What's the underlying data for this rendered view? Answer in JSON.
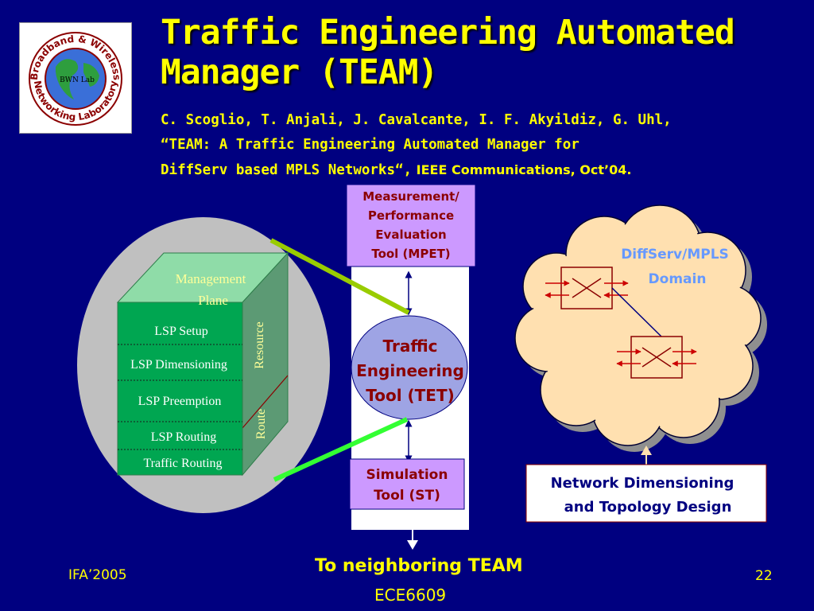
{
  "slide": {
    "title_line1": "Traffic Engineering Automated",
    "title_line2": "Manager (TEAM)",
    "citation_line1": "C. Scoglio, T. Anjali, J. Cavalcante, I. F. Akyildiz, G. Uhl,",
    "citation_line2": "“TEAM: A Traffic Engineering Automated Manager for",
    "citation_line3_bold": "DiffServ based MPLS Networks“,",
    "citation_line3_venue": " IEEE Communications, Oct’04.",
    "footer_left": "IFA’2005",
    "footer_center": "ECE6609",
    "page_number": "22"
  },
  "logo": {
    "top_text": "Broadband & Wireless",
    "bottom_text": "Networking Laboratory",
    "center_text": "BWN Lab"
  },
  "management": {
    "plane_label_line1": "Management",
    "plane_label_line2": "Plane",
    "layers": [
      "LSP Setup",
      "LSP Dimensioning",
      "LSP Preemption",
      "LSP Routing",
      "Traffic Routing"
    ],
    "side_labels": [
      "Resource",
      "Route"
    ]
  },
  "tools": {
    "mpet": [
      "Measurement/",
      "Performance",
      "Evaluation",
      "Tool (MPET)"
    ],
    "tet": [
      "Traffic",
      "Engineering",
      "Tool (TET)"
    ],
    "st": [
      "Simulation",
      "Tool (ST)"
    ],
    "neighbor_label": "To neighboring TEAM"
  },
  "network": {
    "cloud_label_line1": "DiffServ/MPLS",
    "cloud_label_line2": "Domain",
    "design_label_line1": "Network Dimensioning",
    "design_label_line2": "and Topology Design"
  },
  "colors": {
    "background": "#000080",
    "title": "#ffff00",
    "tool_box": "#cc99ff",
    "tool_text": "#8b0000",
    "layer_green": "#00a651",
    "cloud": "#ffe0b0"
  }
}
